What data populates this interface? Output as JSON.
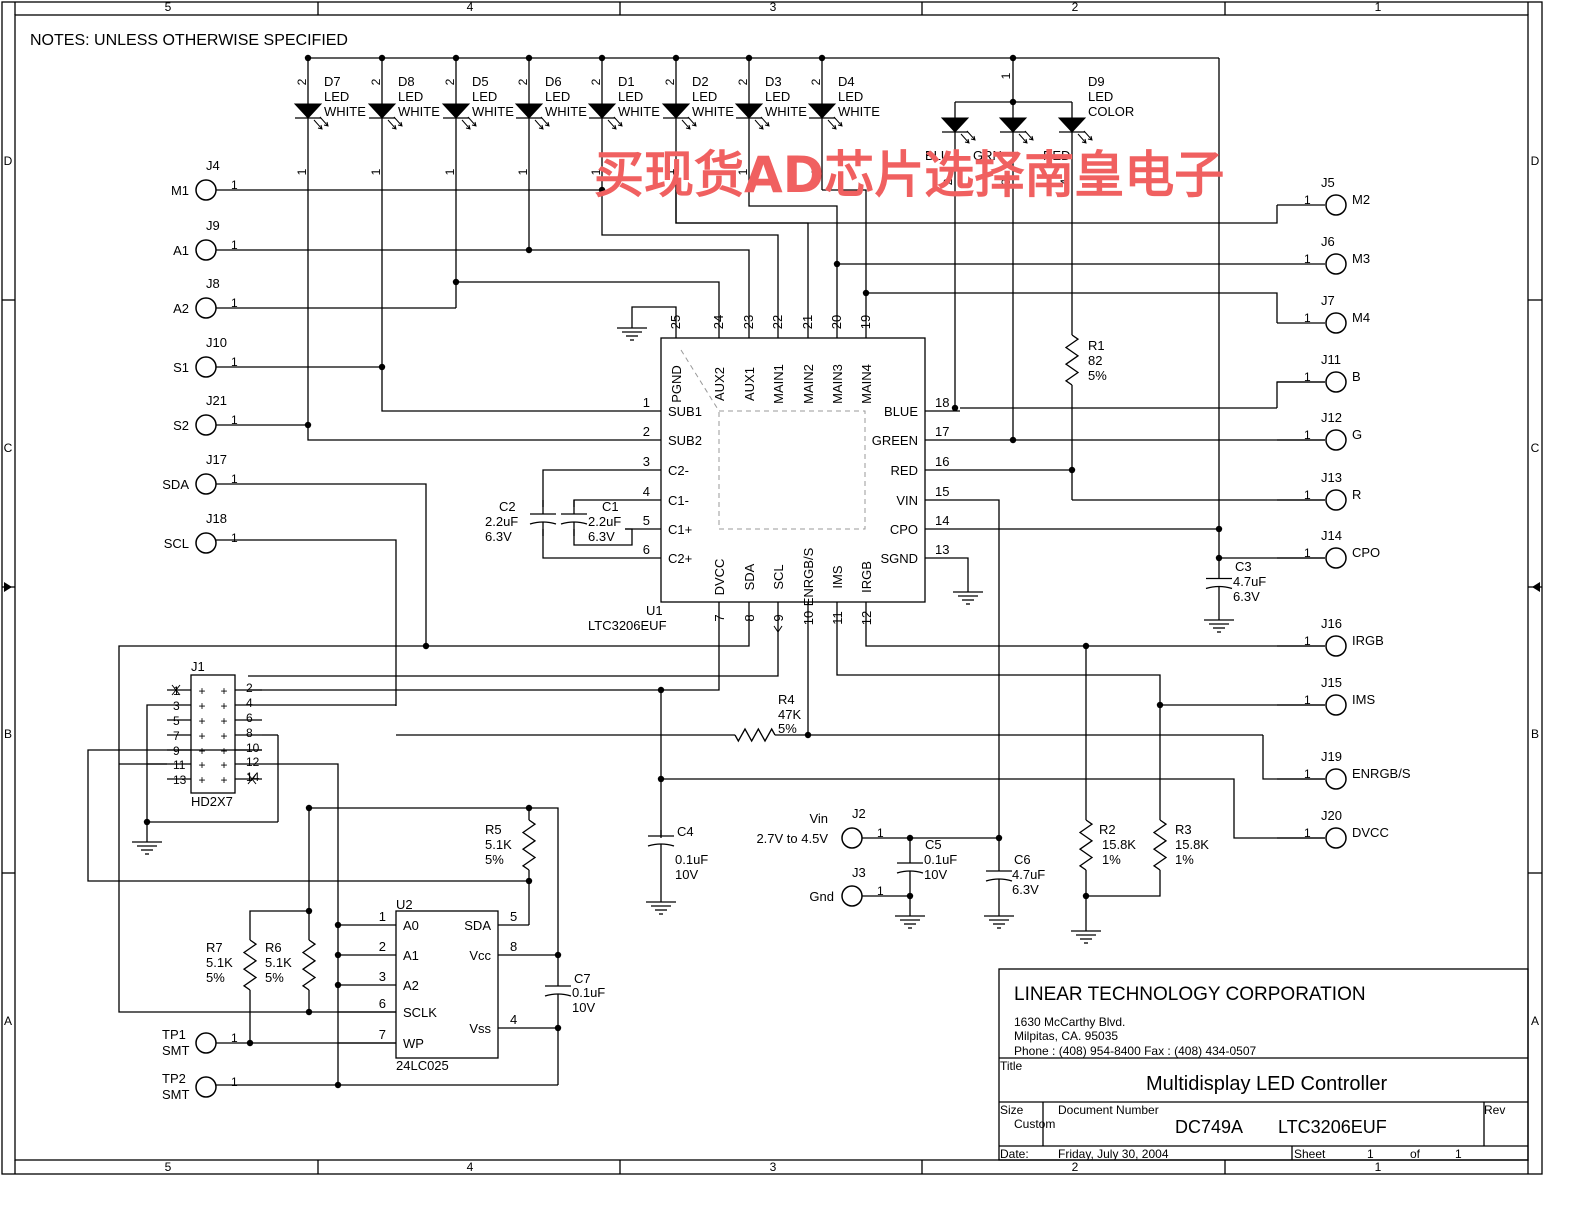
{
  "border": {
    "columns_top": [
      "5",
      "4",
      "3",
      "2",
      "1"
    ],
    "columns_bottom": [
      "5",
      "4",
      "3",
      "2",
      "1"
    ],
    "rows": [
      "D",
      "C",
      "B",
      "A"
    ]
  },
  "notes": "NOTES: UNLESS OTHERWISE SPECIFIED",
  "watermark": "买现货AD芯片选择南皇电子",
  "leds": [
    {
      "ref": "D7",
      "l1": "LED",
      "l2": "WHITE"
    },
    {
      "ref": "D8",
      "l1": "LED",
      "l2": "WHITE"
    },
    {
      "ref": "D5",
      "l1": "LED",
      "l2": "WHITE"
    },
    {
      "ref": "D6",
      "l1": "LED",
      "l2": "WHITE"
    },
    {
      "ref": "D1",
      "l1": "LED",
      "l2": "WHITE"
    },
    {
      "ref": "D2",
      "l1": "LED",
      "l2": "WHITE"
    },
    {
      "ref": "D3",
      "l1": "LED",
      "l2": "WHITE"
    },
    {
      "ref": "D4",
      "l1": "LED",
      "l2": "WHITE"
    }
  ],
  "rgb_led": {
    "ref": "D9",
    "l1": "LED",
    "l2": "COLOR",
    "blu": "BLU",
    "grn": "GRN",
    "red": "RED"
  },
  "pin_nums": {
    "p1": "1",
    "p2": "2",
    "p3": "3",
    "p4": "4"
  },
  "left_connectors": [
    {
      "ref": "J4",
      "name": "M1",
      "pin": "1"
    },
    {
      "ref": "J9",
      "name": "A1",
      "pin": "1"
    },
    {
      "ref": "J8",
      "name": "A2",
      "pin": "1"
    },
    {
      "ref": "J10",
      "name": "S1",
      "pin": "1"
    },
    {
      "ref": "J21",
      "name": "S2",
      "pin": "1"
    },
    {
      "ref": "J17",
      "name": "SDA",
      "pin": "1"
    },
    {
      "ref": "J18",
      "name": "SCL",
      "pin": "1"
    }
  ],
  "right_connectors": [
    {
      "ref": "J5",
      "name": "M2",
      "pin": "1"
    },
    {
      "ref": "J6",
      "name": "M3",
      "pin": "1"
    },
    {
      "ref": "J7",
      "name": "M4",
      "pin": "1"
    },
    {
      "ref": "J11",
      "name": "B",
      "pin": "1"
    },
    {
      "ref": "J12",
      "name": "G",
      "pin": "1"
    },
    {
      "ref": "J13",
      "name": "R",
      "pin": "1"
    },
    {
      "ref": "J14",
      "name": "CPO",
      "pin": "1"
    },
    {
      "ref": "J16",
      "name": "IRGB",
      "pin": "1"
    },
    {
      "ref": "J15",
      "name": "IMS",
      "pin": "1"
    },
    {
      "ref": "J19",
      "name": "ENRGB/S",
      "pin": "1"
    },
    {
      "ref": "J20",
      "name": "DVCC",
      "pin": "1"
    }
  ],
  "u1": {
    "ref": "U1",
    "part": "LTC3206EUF",
    "top_pins": [
      {
        "num": "25",
        "name": "PGND"
      },
      {
        "num": "24",
        "name": "AUX2"
      },
      {
        "num": "23",
        "name": "AUX1"
      },
      {
        "num": "22",
        "name": "MAIN1"
      },
      {
        "num": "21",
        "name": "MAIN2"
      },
      {
        "num": "20",
        "name": "MAIN3"
      },
      {
        "num": "19",
        "name": "MAIN4"
      }
    ],
    "left_pins": [
      {
        "num": "1",
        "name": "SUB1"
      },
      {
        "num": "2",
        "name": "SUB2"
      },
      {
        "num": "3",
        "name": "C2-"
      },
      {
        "num": "4",
        "name": "C1-"
      },
      {
        "num": "5",
        "name": "C1+"
      },
      {
        "num": "6",
        "name": "C2+"
      }
    ],
    "right_pins": [
      {
        "num": "18",
        "name": "BLUE"
      },
      {
        "num": "17",
        "name": "GREEN"
      },
      {
        "num": "16",
        "name": "RED"
      },
      {
        "num": "15",
        "name": "VIN"
      },
      {
        "num": "14",
        "name": "CPO"
      },
      {
        "num": "13",
        "name": "SGND"
      }
    ],
    "bottom_pins": [
      {
        "num": "7",
        "name": "DVCC"
      },
      {
        "num": "8",
        "name": "SDA"
      },
      {
        "num": "9",
        "name": "SCL"
      },
      {
        "num": "10",
        "name": "ENRGB/S"
      },
      {
        "num": "11",
        "name": "IMS"
      },
      {
        "num": "12",
        "name": "IRGB"
      }
    ]
  },
  "caps": {
    "c1": {
      "ref": "C1",
      "v1": "2.2uF",
      "v2": "6.3V"
    },
    "c2": {
      "ref": "C2",
      "v1": "2.2uF",
      "v2": "6.3V"
    },
    "c3": {
      "ref": "C3",
      "v1": "4.7uF",
      "v2": "6.3V"
    },
    "c4": {
      "ref": "C4",
      "v1": "0.1uF",
      "v2": "10V"
    },
    "c5": {
      "ref": "C5",
      "v1": "0.1uF",
      "v2": "10V"
    },
    "c6": {
      "ref": "C6",
      "v1": "4.7uF",
      "v2": "6.3V"
    },
    "c7": {
      "ref": "C7",
      "v1": "0.1uF",
      "v2": "10V"
    }
  },
  "resistors": {
    "r1": {
      "ref": "R1",
      "v1": "82",
      "v2": "5%"
    },
    "r2": {
      "ref": "R2",
      "v1": "15.8K",
      "v2": "1%"
    },
    "r3": {
      "ref": "R3",
      "v1": "15.8K",
      "v2": "1%"
    },
    "r4": {
      "ref": "R4",
      "v1": "47K",
      "v2": "5%"
    },
    "r5": {
      "ref": "R5",
      "v1": "5.1K",
      "v2": "5%"
    },
    "r6": {
      "ref": "R6",
      "v1": "5.1K",
      "v2": "5%"
    },
    "r7": {
      "ref": "R7",
      "v1": "5.1K",
      "v2": "5%"
    }
  },
  "header": {
    "ref": "J1",
    "part": "HD2X7",
    "left_nums": [
      "1",
      "3",
      "5",
      "7",
      "9",
      "11",
      "13"
    ],
    "right_nums": [
      "2",
      "4",
      "6",
      "8",
      "10",
      "12",
      "14"
    ]
  },
  "power": {
    "j2": {
      "ref": "J2",
      "name": "Vin",
      "range": "2.7V to 4.5V",
      "pin": "1"
    },
    "j3": {
      "ref": "J3",
      "name": "Gnd",
      "pin": "1"
    }
  },
  "eeprom": {
    "ref": "U2",
    "part": "24LC025",
    "pins_left": [
      {
        "num": "1",
        "name": "A0"
      },
      {
        "num": "2",
        "name": "A1"
      },
      {
        "num": "3",
        "name": "A2"
      },
      {
        "num": "6",
        "name": "SCLK"
      },
      {
        "num": "7",
        "name": "WP"
      }
    ],
    "pins_right": [
      {
        "num": "5",
        "name": "SDA"
      },
      {
        "num": "8",
        "name": "Vcc"
      },
      {
        "num": "4",
        "name": "Vss"
      }
    ]
  },
  "testpoints": [
    {
      "ref": "TP1",
      "type": "SMT",
      "pin": "1"
    },
    {
      "ref": "TP2",
      "type": "SMT",
      "pin": "1"
    }
  ],
  "title_block": {
    "company": "LINEAR TECHNOLOGY CORPORATION",
    "addr1": "1630 McCarthy Blvd.",
    "addr2": "Milpitas, CA. 95035",
    "phone": "Phone : (408) 954-8400  Fax : (408) 434-0507",
    "title_label": "Title",
    "title": "Multidisplay LED Controller",
    "size_label": "Size",
    "size": "Custom",
    "docnum_label": "Document Number",
    "docnum": "DC749A",
    "part": "LTC3206EUF",
    "rev_label": "Rev",
    "date_label": "Date:",
    "date": "Friday, July 30, 2004",
    "sheet_label": "Sheet",
    "sheet": "1",
    "of_label": "of",
    "of": "1"
  }
}
